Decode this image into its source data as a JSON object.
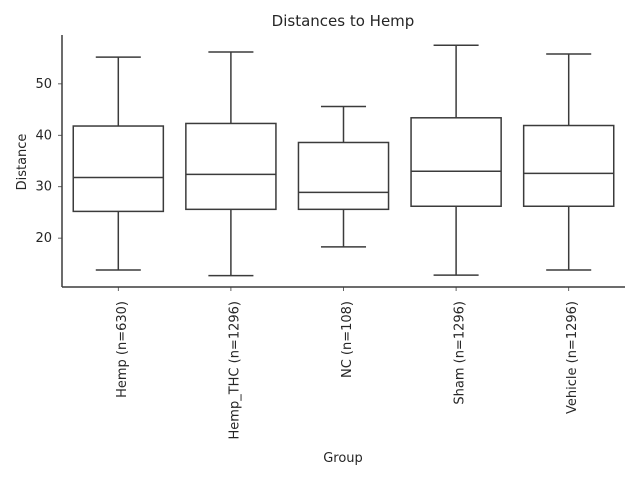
{
  "chart_data": {
    "type": "box",
    "title": "Distances to Hemp",
    "xlabel": "Group",
    "ylabel": "Distance",
    "ylim": [
      10.5,
      59.5
    ],
    "yticks": [
      20,
      30,
      40,
      50
    ],
    "categories": [
      "Hemp (n=630)",
      "Hemp_THC (n=1296)",
      "NC (n=108)",
      "Sham (n=1296)",
      "Vehicle (n=1296)"
    ],
    "boxes": [
      {
        "name": "Hemp (n=630)",
        "min": 13.8,
        "q1": 25.2,
        "median": 31.8,
        "q3": 41.8,
        "max": 55.2
      },
      {
        "name": "Hemp_THC (n=1296)",
        "min": 12.7,
        "q1": 25.6,
        "median": 32.4,
        "q3": 42.3,
        "max": 56.2
      },
      {
        "name": "NC (n=108)",
        "min": 18.3,
        "q1": 25.6,
        "median": 28.9,
        "q3": 38.6,
        "max": 45.6
      },
      {
        "name": "Sham (n=1296)",
        "min": 12.8,
        "q1": 26.2,
        "median": 33.0,
        "q3": 43.4,
        "max": 57.5
      },
      {
        "name": "Vehicle (n=1296)",
        "min": 13.8,
        "q1": 26.2,
        "median": 32.6,
        "q3": 41.9,
        "max": 55.8
      }
    ],
    "grid": false,
    "legend": "none"
  }
}
